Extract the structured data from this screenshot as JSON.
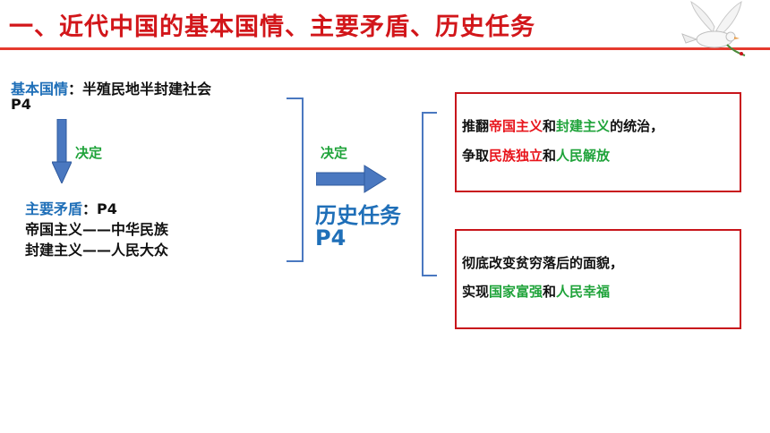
{
  "slide": {
    "title": "一、近代中国的基本国情、主要矛盾、历史任务"
  },
  "basic": {
    "label": "基本国情",
    "colon": "：",
    "value": "半殖民地半封建社会",
    "page": "P4"
  },
  "decide_left": "决定",
  "contradiction": {
    "label": "主要矛盾",
    "colon": "：",
    "page": "P4",
    "line1": "帝国主义——中华民族",
    "line2": "封建主义——人民大众"
  },
  "decide_mid": "决定",
  "task": {
    "label": "历史任务",
    "page": "P4"
  },
  "box1": {
    "l1a": "推翻",
    "l1b": "帝国主义",
    "l1c": "和",
    "l1d": "封建主义",
    "l1e": "的统治，",
    "l2a": "争取",
    "l2b": "民族独立",
    "l2c": "和",
    "l2d": "人民解放"
  },
  "box2": {
    "l1": "彻底改变贫穷落后的面貌，",
    "l2a": "实现",
    "l2b": "国家富强",
    "l2c": "和",
    "l2d": "人民幸福"
  },
  "colors": {
    "title": "#d2161a",
    "blue": "#1f6fb8",
    "green": "#1fa33a",
    "red": "#e8141b"
  }
}
